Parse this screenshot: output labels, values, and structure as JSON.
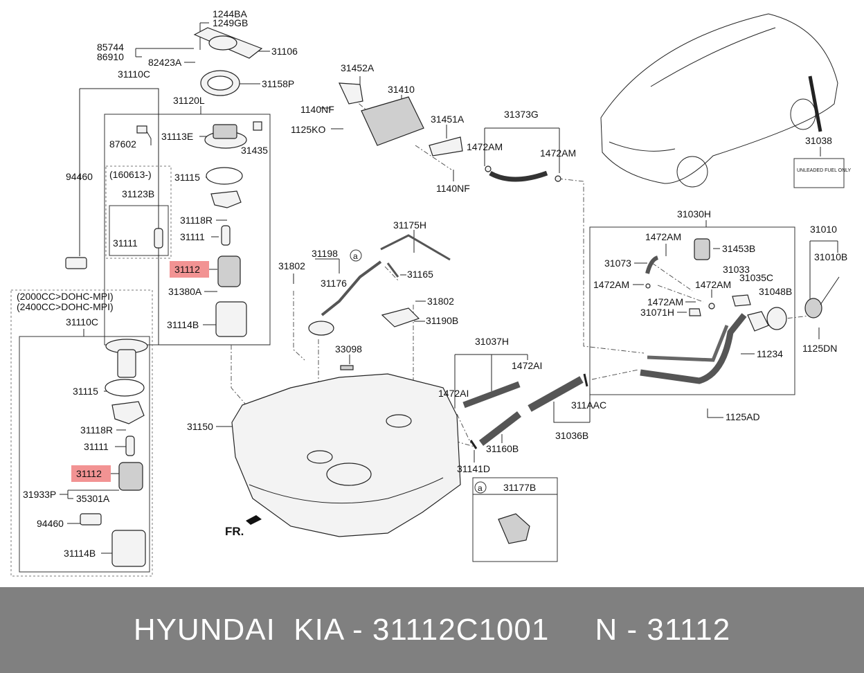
{
  "labels": {
    "l1244BA": "1244BA",
    "l1249GB": "1249GB",
    "l85744": "85744",
    "l86910": "86910",
    "l82423A": "82423A",
    "l31106": "31106",
    "l31158P": "31158P",
    "l31110C_top": "31110C",
    "l31120L": "31120L",
    "l87602": "87602",
    "l31113E": "31113E",
    "l31435": "31435",
    "l160613": "(160613-)",
    "l31123B": "31123B",
    "l31111_a": "31111",
    "l31115_a": "31115",
    "l31118R_a": "31118R",
    "l31111_b": "31111",
    "l31112_a": "31112",
    "l31380A": "31380A",
    "l31114B_a": "31114B",
    "l94460_a": "94460",
    "l2000cc": "(2000CC>DOHC-MPI)",
    "l2400cc": "(2400CC>DOHC-MPI)",
    "l31110C_bot": "31110C",
    "l31115_b": "31115",
    "l31118R_b": "31118R",
    "l31111_c": "31111",
    "l31112_b": "31112",
    "l31933P": "31933P",
    "l35301A": "35301A",
    "l94460_b": "94460",
    "l31114B_b": "31114B",
    "l31452A": "31452A",
    "l31410": "31410",
    "l1140NF_a": "1140NF",
    "l1125KO": "1125KO",
    "l31451A": "31451A",
    "l1140NF_b": "1140NF",
    "l31373G": "31373G",
    "l1472AM_a": "1472AM",
    "l1472AM_b": "1472AM",
    "l31038": "31038",
    "l31175H": "31175H",
    "l31198": "31198",
    "l31176": "31176",
    "l31802_a": "31802",
    "l31165": "31165",
    "l31802_b": "31802",
    "l31190B": "31190B",
    "l33098": "33098",
    "l31150": "31150",
    "l31037H": "31037H",
    "l1472AI_a": "1472AI",
    "l1472AI_b": "1472AI",
    "l311AAC": "311AAC",
    "l31036B": "31036B",
    "l31160B": "31160B",
    "l31141D": "31141D",
    "l31177B": "31177B",
    "la_1": "a",
    "la_2": "a",
    "lFR": "FR.",
    "l31030H": "31030H",
    "l1472AM_c": "1472AM",
    "l31453B": "31453B",
    "l31073": "31073",
    "l31033": "31033",
    "l1472AM_d": "1472AM",
    "l1472AM_e": "1472AM",
    "l31035C": "31035C",
    "l1472AM_f": "1472AM",
    "l31048B": "31048B",
    "l31071H": "31071H",
    "l31010": "31010",
    "l31010B": "31010B",
    "l1125DN": "1125DN",
    "l11234": "11234",
    "l1125AD": "1125AD"
  },
  "fuel_label": [
    "UNLEADED FUEL ONLY"
  ],
  "colors": {
    "highlight": "#f08080",
    "footer_bg": "#808080",
    "footer_text": "#ffffff"
  },
  "footer": {
    "text": "HYUNDAI  KIA - 31112C1001     N - 31112"
  }
}
